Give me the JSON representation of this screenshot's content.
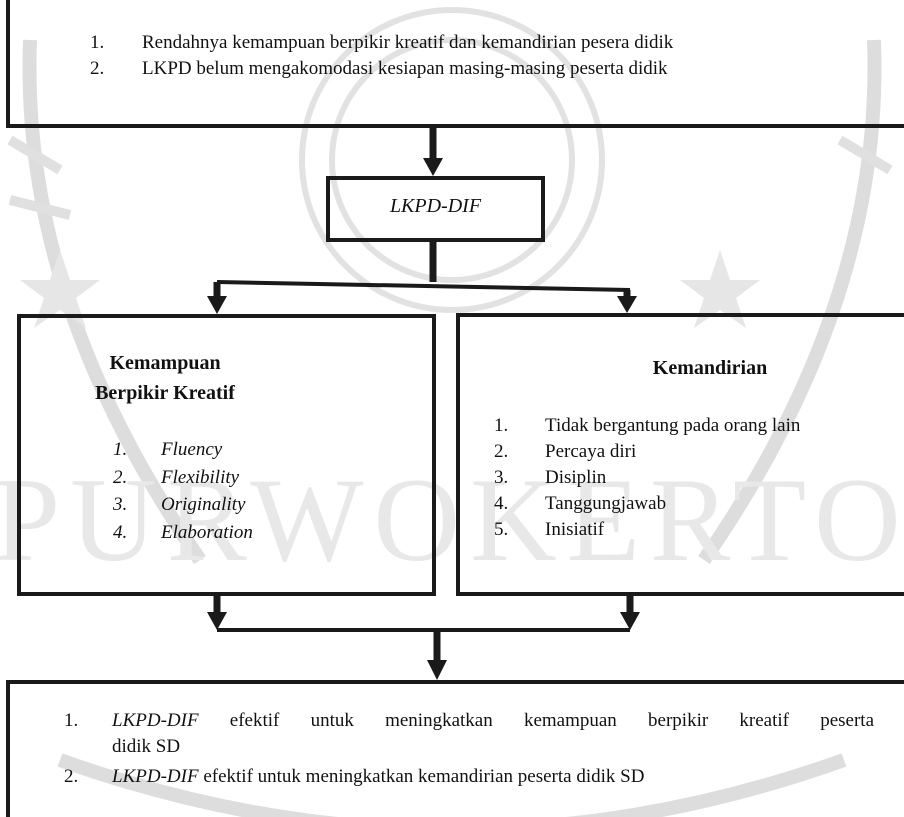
{
  "problems": [
    {
      "num": "1.",
      "text": "Rendahnya kemampuan berpikir kreatif dan kemandirian pesera didik"
    },
    {
      "num": "2.",
      "text": "LKPD belum mengakomodasi kesiapan masing-masing peserta didik"
    }
  ],
  "center": {
    "label": "LKPD-DIF"
  },
  "left": {
    "title_line1": "Kemampuan",
    "title_line2": "Berpikir Kreatif",
    "items": [
      {
        "num": "1.",
        "text": "Fluency"
      },
      {
        "num": "2.",
        "text": "Flexibility"
      },
      {
        "num": "3.",
        "text": "Originality"
      },
      {
        "num": "4.",
        "text": "Elaboration"
      }
    ]
  },
  "right": {
    "title": "Kemandirian",
    "items": [
      {
        "num": "1.",
        "text": "Tidak bergantung pada orang lain"
      },
      {
        "num": "2.",
        "text": "Percaya diri"
      },
      {
        "num": "3.",
        "text": "Disiplin"
      },
      {
        "num": "4.",
        "text": "Tanggungjawab"
      },
      {
        "num": "5.",
        "text": "Inisiatif"
      }
    ]
  },
  "outcomes": [
    {
      "num": "1.",
      "lead": "LKPD-DIF",
      "line1": " efektif untuk meningkatkan kemampuan berpikir kreatif peserta",
      "line2": "didik SD"
    },
    {
      "num": "2.",
      "lead": "LKPD-DIF",
      "line1": " efektif untuk meningkatkan kemandirian peserta didik SD"
    }
  ],
  "colors": {
    "border": "#1a1a1a",
    "text": "#111111",
    "watermark": "#d9d9d9"
  }
}
